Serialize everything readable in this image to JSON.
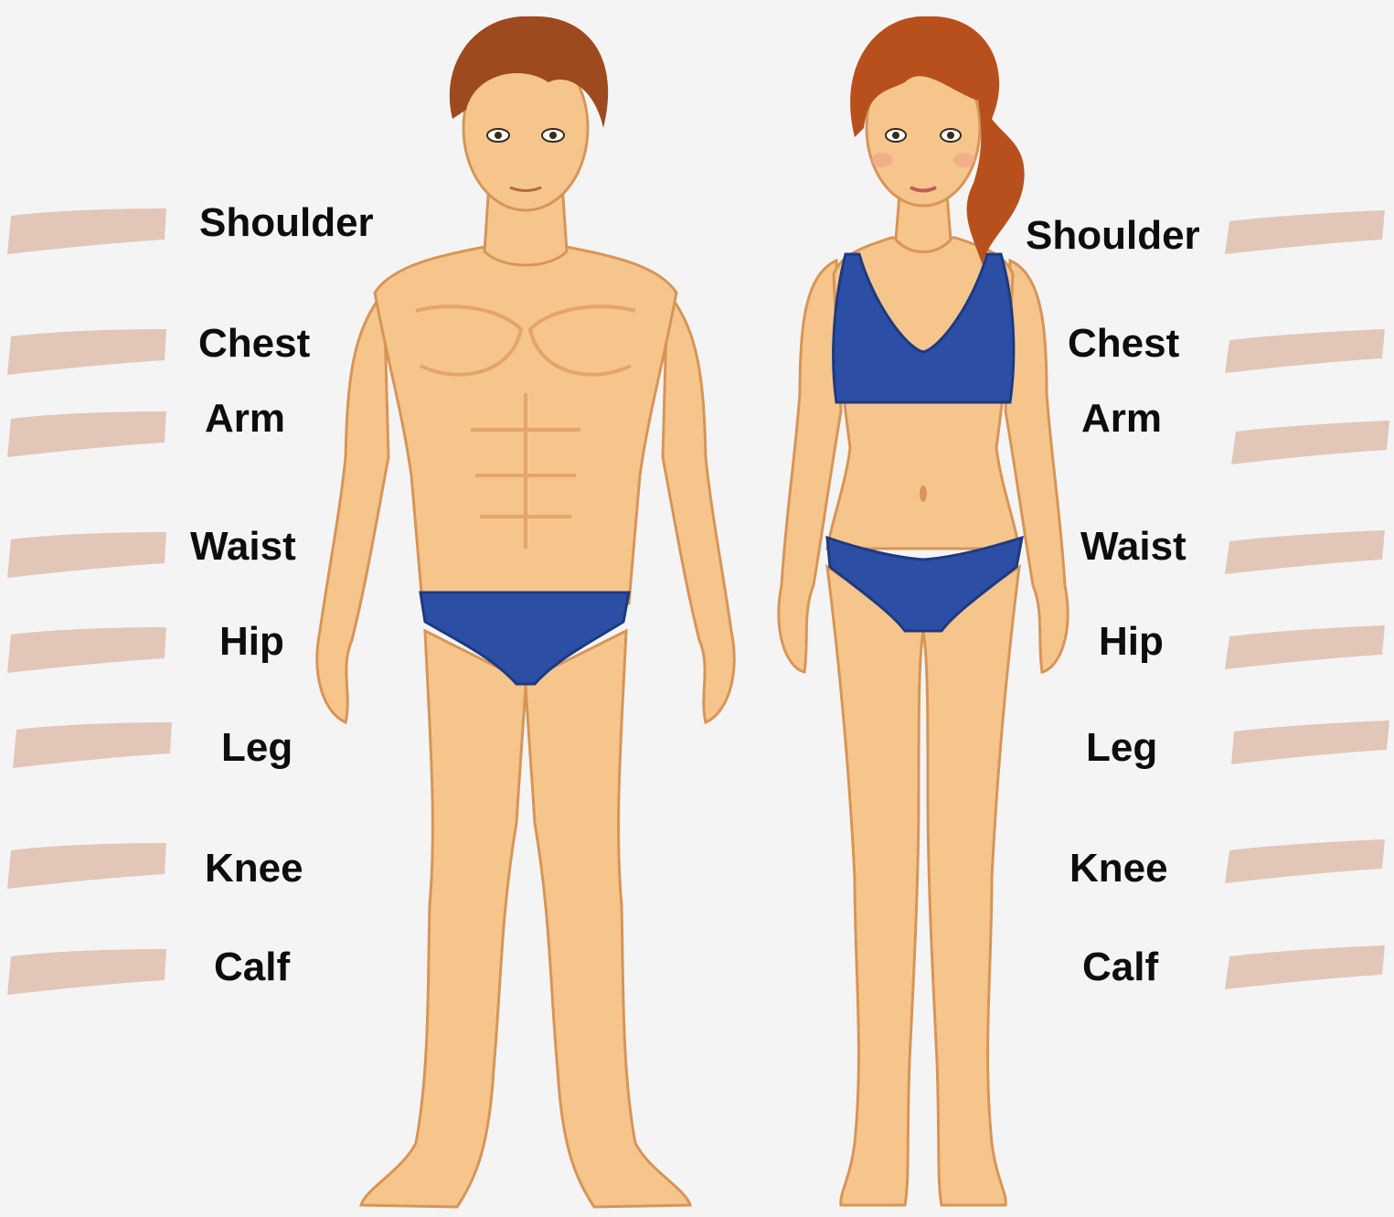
{
  "colors": {
    "background": "#f4f4f5",
    "stroke": "#e2c6b8",
    "skin": "#f6c58c",
    "skin_shade": "#e3a56a",
    "hair": "#9c4a1e",
    "swimwear": "#2c4fa5"
  },
  "figures": {
    "male": {
      "labels": [
        "Shoulder",
        "Chest",
        "Arm",
        "Waist",
        "Hip",
        "Leg",
        "Knee",
        "Calf"
      ]
    },
    "female": {
      "labels": [
        "Shoulder",
        "Chest",
        "Arm",
        "Waist",
        "Hip",
        "Leg",
        "Knee",
        "Calf"
      ]
    }
  }
}
